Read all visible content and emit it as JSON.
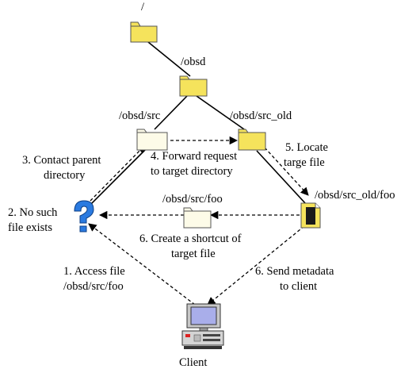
{
  "nodes": {
    "root": {
      "label": "/",
      "icon": "folder-icon"
    },
    "obsd": {
      "label": "/obsd",
      "icon": "folder-icon"
    },
    "src": {
      "label": "/obsd/src",
      "icon": "folder-open-icon"
    },
    "src_old": {
      "label": "/obsd/src_old",
      "icon": "folder-icon"
    },
    "foo_shortcut": {
      "label": "/obsd/src/foo",
      "icon": "folder-open-icon"
    },
    "foo_target": {
      "label": "/obsd/src_old/foo",
      "icon": "document-icon"
    },
    "unknown": {
      "icon": "question-mark-icon"
    },
    "client": {
      "label": "Client",
      "icon": "computer-icon"
    }
  },
  "steps": {
    "access": [
      "1. Access file",
      "/obsd/src/foo"
    ],
    "no_such": [
      "2. No such",
      "file exists"
    ],
    "contact": [
      "3. Contact parent",
      "directory"
    ],
    "forward": [
      "4. Forward request",
      "to target directory"
    ],
    "locate": [
      "5. Locate",
      "targe file"
    ],
    "shortcut": [
      "6. Create a shortcut of",
      "target file"
    ],
    "metadata": [
      "6. Send metadata",
      "to client"
    ]
  },
  "colors": {
    "folder": "#f5e35c",
    "folder_outline": "#555555",
    "folder_light": "#fdfbe8",
    "question": "#2a7ae0",
    "monitor": "#a9aeea"
  }
}
